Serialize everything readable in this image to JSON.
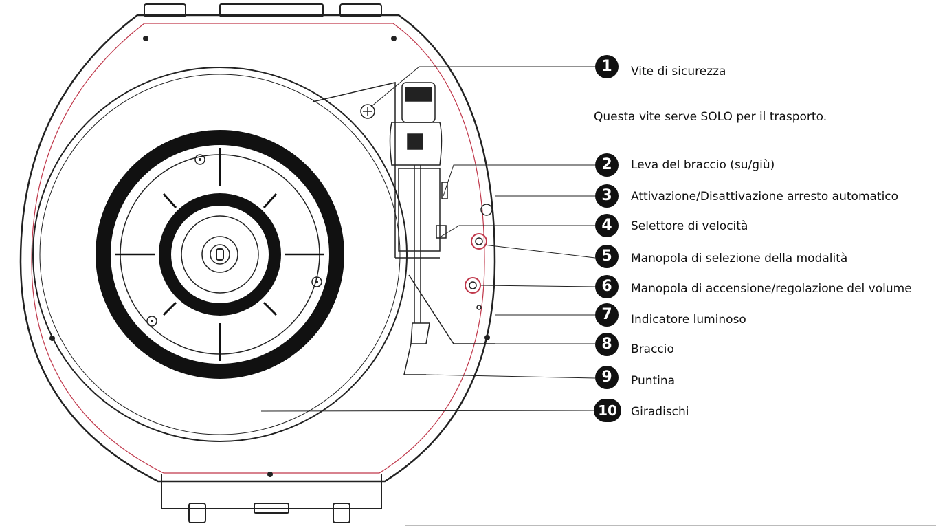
{
  "callouts": [
    {
      "number": "1",
      "label": "Vite di sicurezza"
    },
    {
      "number": "2",
      "label": "Leva del braccio (su/giù)"
    },
    {
      "number": "3",
      "label": "Attivazione/Disattivazione arresto automatico"
    },
    {
      "number": "4",
      "label": "Selettore di velocità"
    },
    {
      "number": "5",
      "label": "Manopola di selezione della modalità"
    },
    {
      "number": "6",
      "label": "Manopola di accensione/regolazione del volume"
    },
    {
      "number": "7",
      "label": "Indicatore luminoso"
    },
    {
      "number": "8",
      "label": "Braccio"
    },
    {
      "number": "9",
      "label": "Puntina"
    },
    {
      "number": "10",
      "label": "Giradischi"
    }
  ],
  "note": "Questa vite serve SOLO per il trasporto.",
  "colors": {
    "ink": "#111111",
    "accent": "#c0384b"
  }
}
